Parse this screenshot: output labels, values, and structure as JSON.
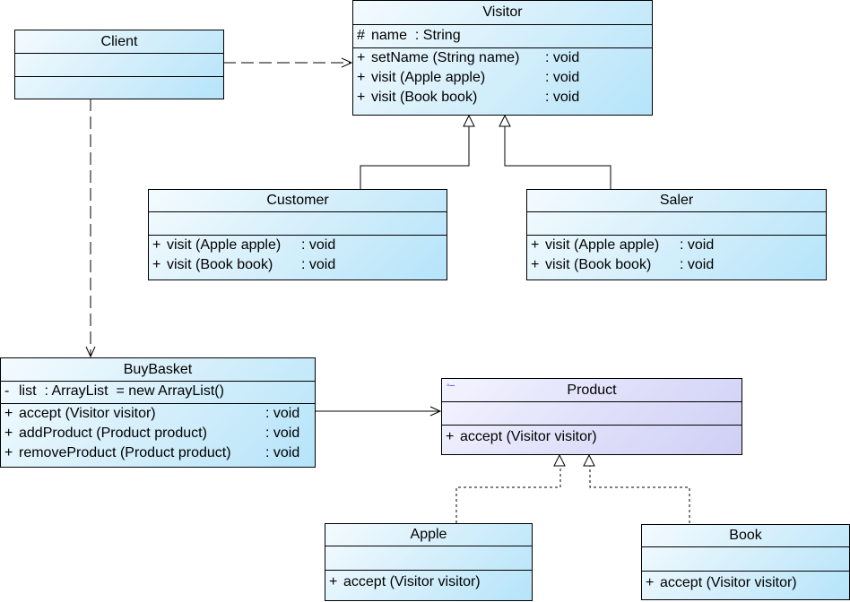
{
  "diagram": {
    "type": "UML class diagram",
    "classes": {
      "client": {
        "name": "Client",
        "attributes": [],
        "operations": []
      },
      "visitor": {
        "name": "Visitor",
        "attributes": [
          {
            "visibility": "#",
            "text": "name  : String"
          }
        ],
        "operations": [
          {
            "visibility": "+",
            "text": "setName (String name)",
            "ret": ": void"
          },
          {
            "visibility": "+",
            "text": "visit (Apple apple)",
            "ret": ": void"
          },
          {
            "visibility": "+",
            "text": "visit (Book book)",
            "ret": ": void"
          }
        ]
      },
      "customer": {
        "name": "Customer",
        "attributes": [],
        "operations": [
          {
            "visibility": "+",
            "text": "visit (Apple apple)",
            "ret": ": void"
          },
          {
            "visibility": "+",
            "text": "visit (Book book)",
            "ret": ": void"
          }
        ]
      },
      "saler": {
        "name": "Saler",
        "attributes": [],
        "operations": [
          {
            "visibility": "+",
            "text": "visit (Apple apple)",
            "ret": ": void"
          },
          {
            "visibility": "+",
            "text": "visit (Book book)",
            "ret": ": void"
          }
        ]
      },
      "buybasket": {
        "name": "BuyBasket",
        "attributes": [
          {
            "visibility": "-",
            "text": "list  : ArrayList  = new ArrayList()"
          }
        ],
        "operations": [
          {
            "visibility": "+",
            "text": "accept (Visitor visitor)",
            "ret": ": void"
          },
          {
            "visibility": "+",
            "text": "addProduct (Product product)",
            "ret": ": void"
          },
          {
            "visibility": "+",
            "text": "removeProduct (Product product)",
            "ret": ": void"
          }
        ]
      },
      "product": {
        "name": "Product",
        "stereotype_icon": "interface-lollipop-icon",
        "attributes": [],
        "operations": [
          {
            "visibility": "+",
            "text": "accept (Visitor visitor)"
          }
        ]
      },
      "apple": {
        "name": "Apple",
        "attributes": [],
        "operations": [
          {
            "visibility": "+",
            "text": "accept (Visitor visitor)"
          }
        ]
      },
      "book": {
        "name": "Book",
        "attributes": [],
        "operations": [
          {
            "visibility": "+",
            "text": "accept (Visitor visitor)"
          }
        ]
      }
    },
    "relationships": [
      {
        "from": "Client",
        "to": "Visitor",
        "kind": "dependency"
      },
      {
        "from": "Client",
        "to": "BuyBasket",
        "kind": "dependency"
      },
      {
        "from": "Customer",
        "to": "Visitor",
        "kind": "generalization"
      },
      {
        "from": "Saler",
        "to": "Visitor",
        "kind": "generalization"
      },
      {
        "from": "BuyBasket",
        "to": "Product",
        "kind": "association"
      },
      {
        "from": "Apple",
        "to": "Product",
        "kind": "realization"
      },
      {
        "from": "Book",
        "to": "Product",
        "kind": "realization"
      }
    ]
  }
}
